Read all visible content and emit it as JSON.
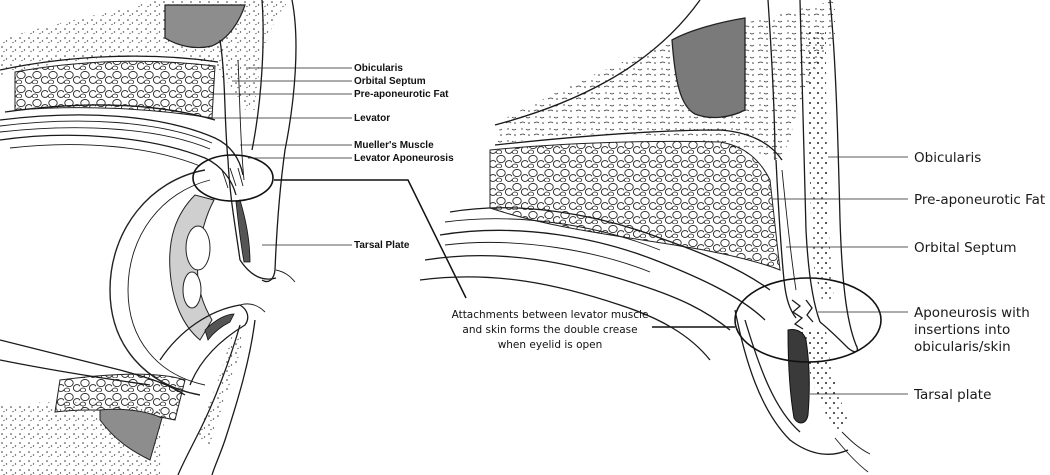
{
  "left_diagram": {
    "labels": [
      "Obicularis",
      "Orbital Septum",
      "Pre-aponeurotic Fat",
      "Levator",
      "Mueller's Muscle",
      "Levator Aponeurosis",
      "Tarsal Plate"
    ]
  },
  "right_diagram": {
    "labels": [
      "Obicularis",
      "Pre-aponeurotic Fat",
      "Orbital Septum",
      "Aponeurosis with",
      "insertions into",
      "obicularis/skin",
      "Tarsal plate"
    ]
  },
  "caption": {
    "lines": [
      "Attachments between levator muscle",
      "and skin forms the double crease",
      "when eyelid is open"
    ]
  }
}
